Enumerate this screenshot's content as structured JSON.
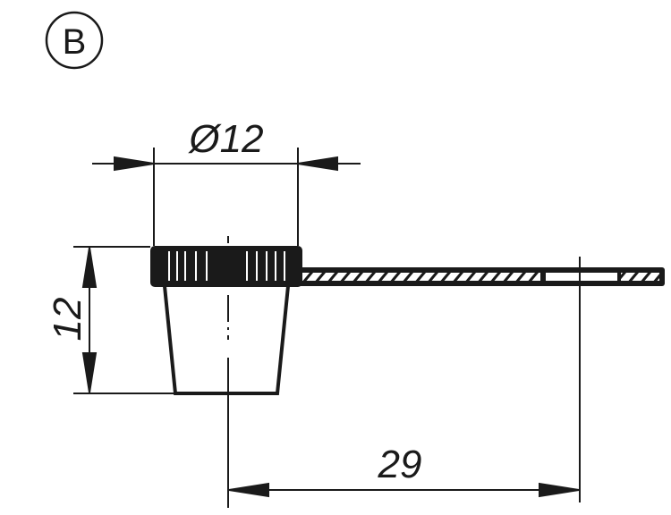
{
  "view_label": "B",
  "dimensions": {
    "diameter": "Ø12",
    "height": "12",
    "length": "29"
  },
  "colors": {
    "line": "#1a1a1a",
    "background": "#ffffff"
  }
}
